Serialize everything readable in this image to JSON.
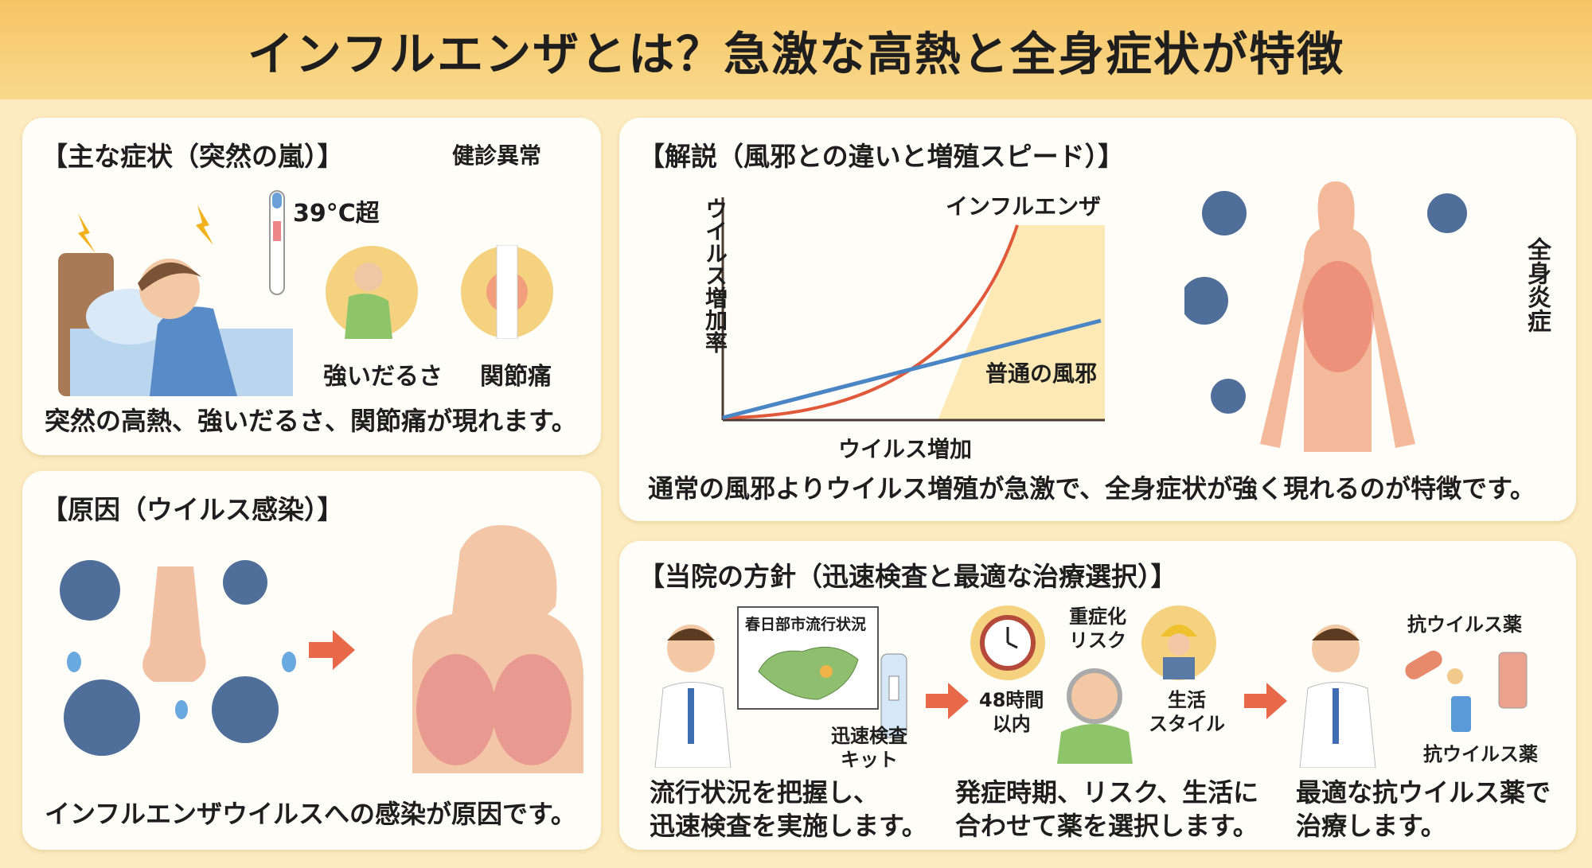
{
  "title": "インフルエンザとは？急激な高熱と全身症状が特徴",
  "colors": {
    "header": "#f6c463",
    "background": "#fcebc0",
    "arrow": "#e8694a",
    "virus": "#4f6f9a",
    "flu_line": "#e0593a",
    "cold_line": "#4a86c5"
  },
  "symptoms": {
    "heading": "【主な症状（突然の嵐）】",
    "side_label": "健診異常",
    "fever": "39°C超",
    "fatigue": "強いだるさ",
    "joint": "関節痛",
    "caption": "突然の高熱、強いだるさ、関節痛が現れます。"
  },
  "cause": {
    "heading": "【原因（ウイルス感染）】",
    "caption": "インフルエンザウイルスへの感染が原因です。"
  },
  "explain": {
    "heading": "【解説（風邪との違いと増殖スピード）】",
    "body_label": "全身炎症",
    "caption": "通常の風邪よりウイルス増殖が急激で、全身症状が強く現れるのが特徴です。"
  },
  "chart_data": {
    "type": "line",
    "title": "",
    "xlabel": "ウイルス増加",
    "ylabel": "ウイルス増加率",
    "series": [
      {
        "name": "インフルエンザ",
        "shape": "exponential"
      },
      {
        "name": "普通の風邪",
        "shape": "linear"
      }
    ]
  },
  "policy": {
    "heading": "【当院の方針（迅速検査と最適な治療選択）】",
    "map_title": "春日部市流行状況",
    "kit": "迅速検査\nキット",
    "time": "48時間\n以内",
    "risk": "重症化\nリスク",
    "life": "生活\nスタイル",
    "drug1": "抗ウイルス薬",
    "drug2": "抗ウイルス薬",
    "cap1": "流行状況を把握し、\n迅速検査を実施します。",
    "cap2": "発症時期、リスク、生活に\n合わせて薬を選択します。",
    "cap3": "最適な抗ウイルス薬で\n治療します。"
  }
}
